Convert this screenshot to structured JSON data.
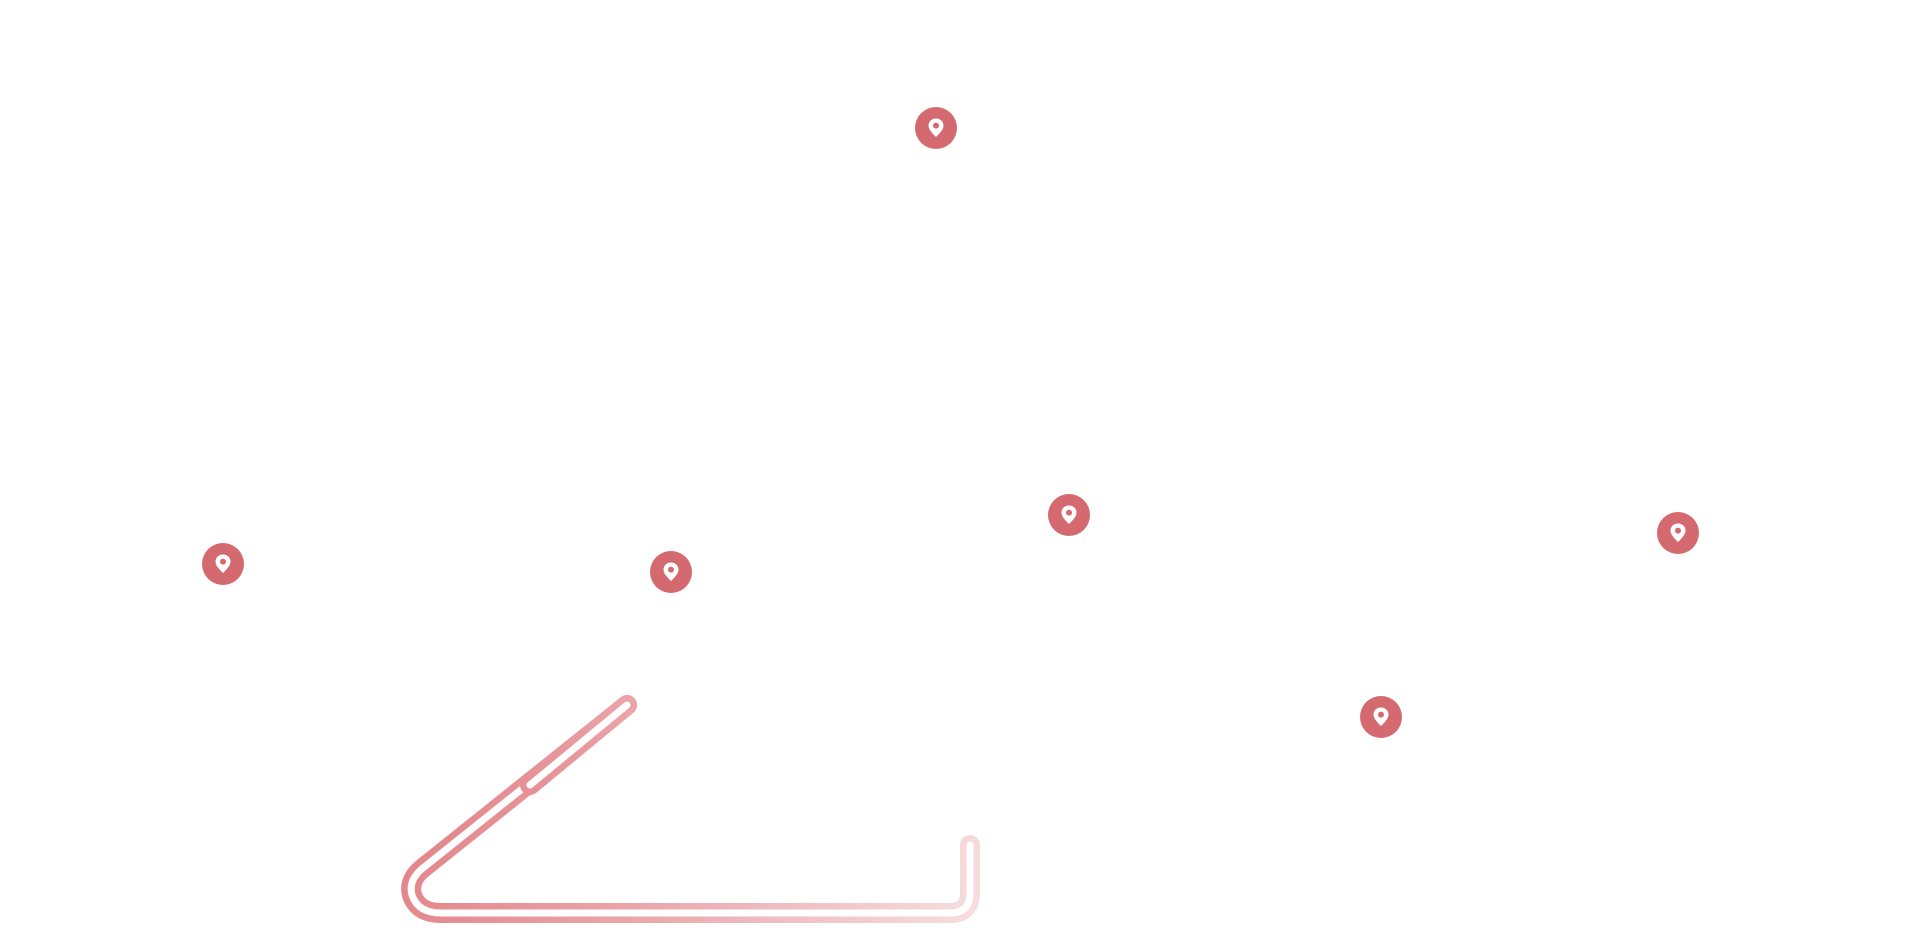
{
  "map": {
    "pin_color": "#d46a6f",
    "pin_glyph_color": "#ffffff",
    "route_colors": [
      "#e17f84",
      "#eaa4a8",
      "#f7dede"
    ],
    "route_start_color": "#f7e9ea",
    "markers": [
      {
        "id": "m1",
        "icon": "map-pin-icon"
      },
      {
        "id": "m2",
        "icon": "map-pin-icon"
      },
      {
        "id": "m3",
        "icon": "map-pin-icon"
      },
      {
        "id": "m4",
        "icon": "map-pin-icon"
      },
      {
        "id": "m5",
        "icon": "map-pin-icon"
      },
      {
        "id": "m6",
        "icon": "map-pin-icon"
      },
      {
        "id": "m7",
        "icon": "map-pin-icon"
      }
    ],
    "route": {
      "icon": "route-line",
      "style": "gradient fade"
    }
  }
}
